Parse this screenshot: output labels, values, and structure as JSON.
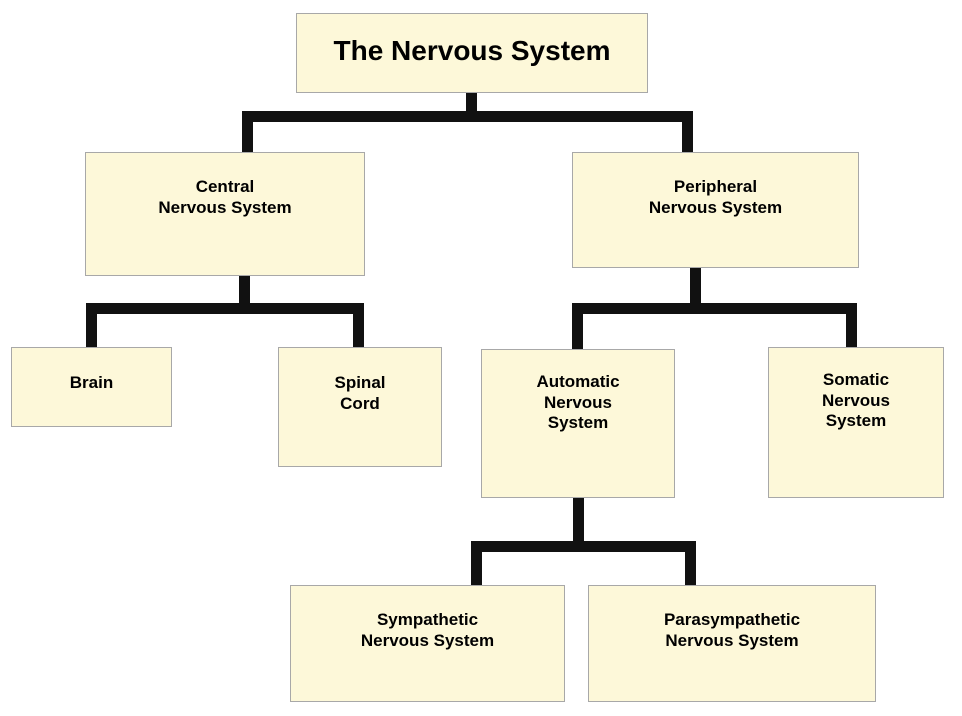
{
  "diagram": {
    "title": "The Nervous System",
    "type": "hierarchy-tree",
    "colors": {
      "node_fill": "#fdf8d9",
      "node_border": "#a8a8a8",
      "connector": "#111111",
      "text": "#000000",
      "background": "#ffffff"
    },
    "nodes": {
      "root": {
        "label": "The Nervous System",
        "level": 1
      },
      "cns": {
        "line1": "Central",
        "line2": "Nervous System",
        "level": 2
      },
      "pns": {
        "line1": "Peripheral",
        "line2": "Nervous System",
        "level": 2
      },
      "brain": {
        "line1": "Brain",
        "level": 3
      },
      "spinal_cord": {
        "line1": "Spinal",
        "line2": "Cord",
        "level": 3
      },
      "autonomic": {
        "line1": "Automatic",
        "line2": "Nervous",
        "line3": "System",
        "level": 3
      },
      "somatic": {
        "line1": "Somatic",
        "line2": "Nervous",
        "line3": "System",
        "level": 3
      },
      "sympathetic": {
        "line1": "Sympathetic",
        "line2": "Nervous System",
        "level": 4
      },
      "parasympathetic": {
        "line1": "Parasympathetic",
        "line2": "Nervous System",
        "level": 4
      }
    },
    "edges": [
      {
        "from": "root",
        "to": "cns"
      },
      {
        "from": "root",
        "to": "pns"
      },
      {
        "from": "cns",
        "to": "brain"
      },
      {
        "from": "cns",
        "to": "spinal_cord"
      },
      {
        "from": "pns",
        "to": "autonomic"
      },
      {
        "from": "pns",
        "to": "somatic"
      },
      {
        "from": "autonomic",
        "to": "sympathetic"
      },
      {
        "from": "autonomic",
        "to": "parasympathetic"
      }
    ]
  }
}
